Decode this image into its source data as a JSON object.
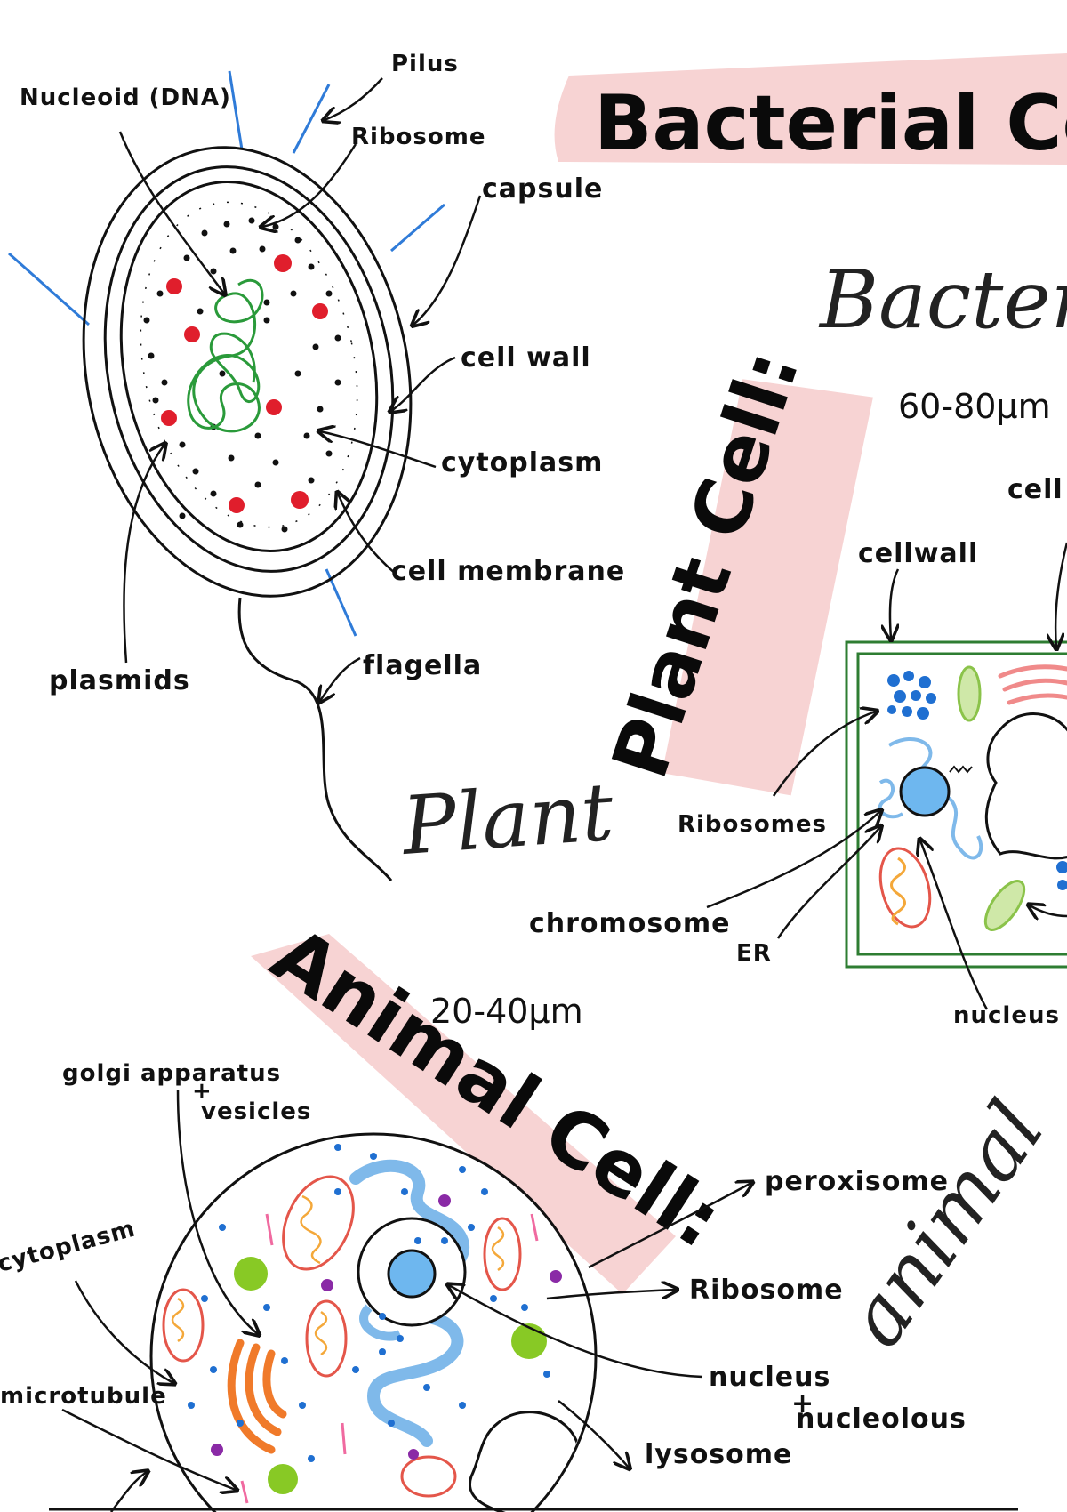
{
  "bacterial": {
    "title": "Bacterial Cell",
    "script_word": "Bacter",
    "labels": {
      "nucleoid": "Nucleoid (DNA)",
      "pilus": "Pilus",
      "ribosome": "Ribosome",
      "capsule": "capsule",
      "cell_wall": "cell wall",
      "cytoplasm": "cytoplasm",
      "cell_membrane": "cell membrane",
      "plasmids": "plasmids",
      "flagella": "flagella"
    }
  },
  "plant": {
    "title": "Plant Cell:",
    "script_word": "Plant",
    "size": "60-80μm",
    "labels": {
      "cell_cut": "cell",
      "cell_wall": "cellwall",
      "ribosomes": "Ribosomes",
      "chromosome": "chromosome",
      "er": "ER",
      "nucleus": "nucleus"
    }
  },
  "animal": {
    "title": "Animal Cell:",
    "script_word": "animal",
    "size": "20-40μm",
    "labels": {
      "golgi": "golgi apparatus",
      "golgi_plus": "+",
      "vesicles": "vesicles",
      "cytoplasm": "cytoplasm",
      "microtubule": "microtubule",
      "peroxisome": "peroxisome",
      "ribosome": "Ribosome",
      "nucleus": "nucleus",
      "nucleus_plus": "+",
      "nucleolous": "nucleolous",
      "lysosome": "lysosome"
    }
  },
  "colors": {
    "highlight": "#f7d3d3",
    "pilus": "#2f7bd8",
    "dna": "#2a9a3a",
    "plasmid": "#e01e2c",
    "plant_wall": "#2e7d32",
    "er_blue": "#7fb9ea",
    "nucleus_blue": "#6eb7ef",
    "mito_red": "#e4564a",
    "mito_inner": "#f4a83a",
    "chloroplast": "#8bc34a",
    "golgi_orange": "#f07a2a",
    "lysosome_green": "#88c925",
    "peroxisome_purple": "#8a2aa6",
    "vesicle_blue": "#1f6fd1"
  }
}
